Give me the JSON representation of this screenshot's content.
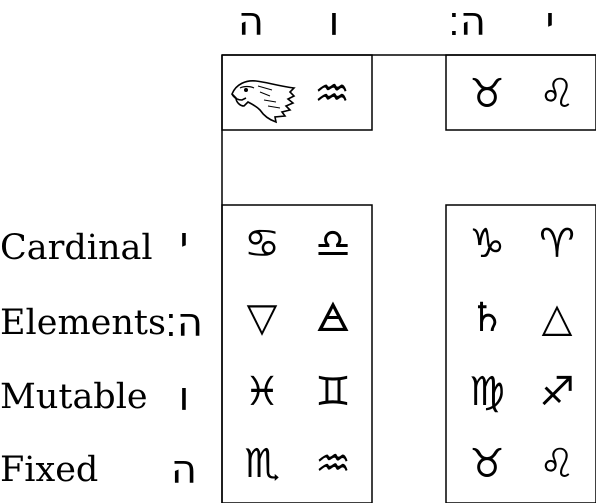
{
  "top_letters": {
    "col1": "ה",
    "col2": "ו",
    "col3": "ה׃",
    "col4": "י"
  },
  "rows": [
    {
      "label": "Cardinal",
      "letter": "י"
    },
    {
      "label": "Elements",
      "letter": "ה׃"
    },
    {
      "label": "Mutable",
      "letter": "ו"
    },
    {
      "label": "Fixed",
      "letter": "ה"
    }
  ],
  "top_left_box": {
    "icon": "eagle-icon",
    "symbol": "♒"
  },
  "top_right_box": {
    "symbol1": "♉",
    "symbol2": "♌"
  },
  "left_grid": [
    [
      "♋",
      "♎"
    ],
    [
      "▽",
      "🜁"
    ],
    [
      "♓",
      "♊"
    ],
    [
      "♏",
      "♒"
    ]
  ],
  "right_grid": [
    [
      "♑",
      "♈"
    ],
    [
      "♄",
      "△"
    ],
    [
      "♍",
      "♐"
    ],
    [
      "♉",
      "♌"
    ]
  ]
}
